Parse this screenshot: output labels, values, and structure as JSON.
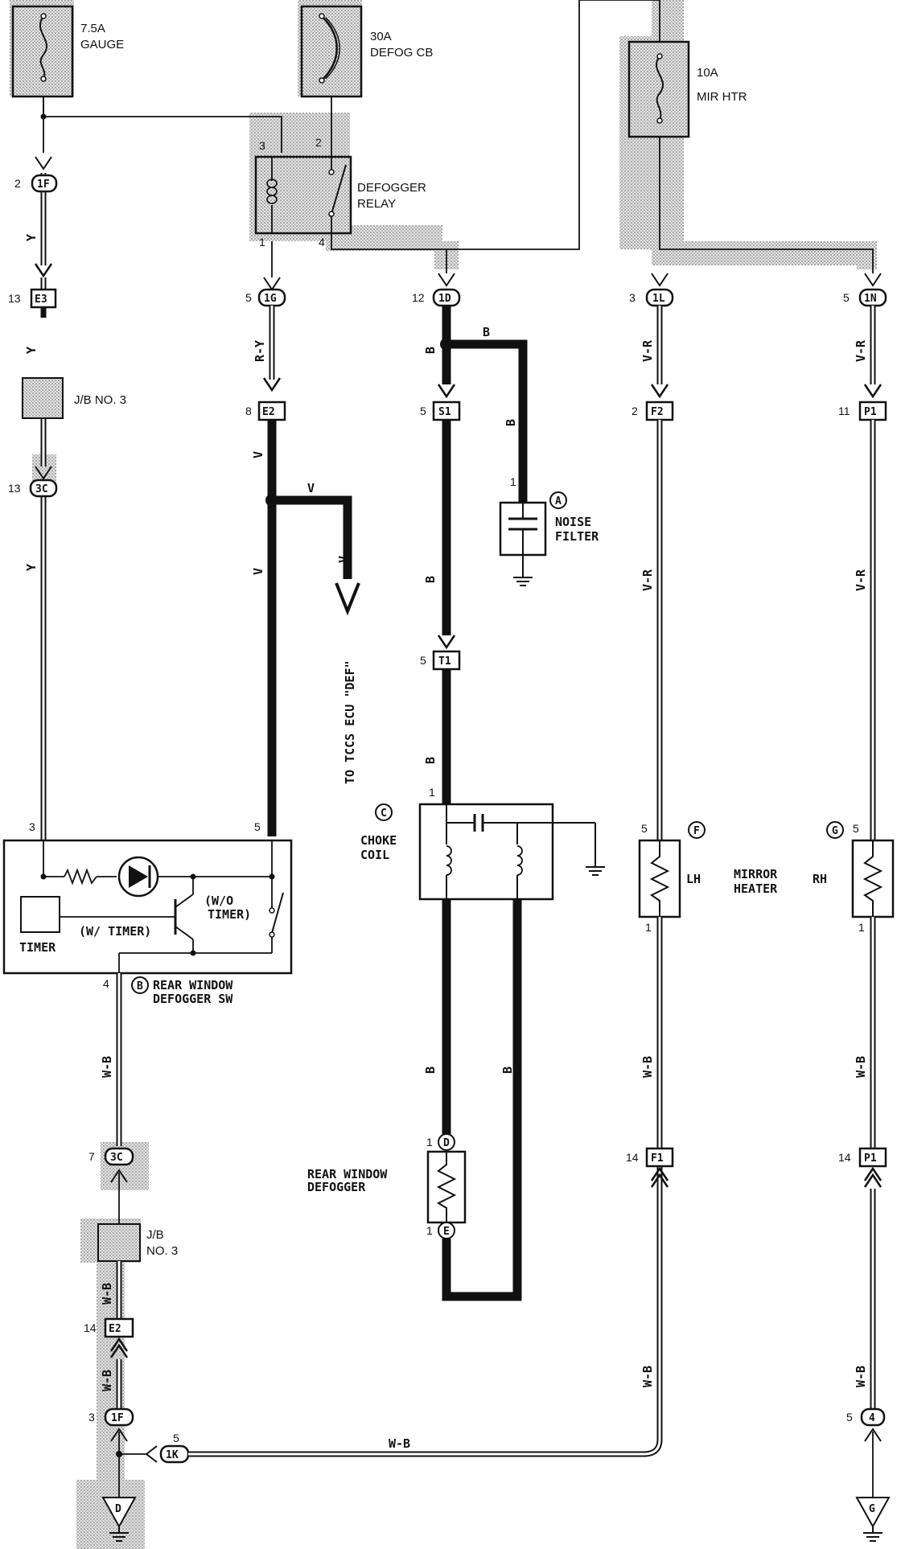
{
  "fuses": {
    "gauge": {
      "amp": "7.5A",
      "name": "GAUGE"
    },
    "defog": {
      "amp": "30A",
      "name": "DEFOG CB"
    },
    "mir_htr": {
      "amp": "10A",
      "name": "MIR HTR"
    }
  },
  "relay": {
    "line1": "DEFOGGER",
    "line2": "RELAY",
    "pins": [
      "3",
      "2",
      "1",
      "4"
    ]
  },
  "connectors": {
    "c1F_top": {
      "id": "1F",
      "pin": "2"
    },
    "cE3": {
      "id": "E3",
      "pin": "13"
    },
    "c3C_top": {
      "id": "3C",
      "pin": "13"
    },
    "c1G": {
      "id": "1G",
      "pin": "5"
    },
    "cE2_top": {
      "id": "E2",
      "pin": "8"
    },
    "c1D": {
      "id": "1D",
      "pin": "12"
    },
    "cS1": {
      "id": "S1",
      "pin": "5"
    },
    "cT1": {
      "id": "T1",
      "pin": "5"
    },
    "c1L": {
      "id": "1L",
      "pin": "3"
    },
    "cF2": {
      "id": "F2",
      "pin": "2"
    },
    "c1N": {
      "id": "1N",
      "pin": "5"
    },
    "cP1_top": {
      "id": "P1",
      "pin": "11"
    },
    "c3C_bot": {
      "id": "3C",
      "pin": "7"
    },
    "cE2_bot": {
      "id": "E2",
      "pin": "14"
    },
    "c1F_bot": {
      "id": "1F",
      "pin": "3"
    },
    "c1K": {
      "id": "1K",
      "pin": "5"
    },
    "cF1": {
      "id": "F1",
      "pin": "14"
    },
    "cP1_bot": {
      "id": "P1",
      "pin": "14"
    },
    "c4": {
      "id": "4",
      "pin": "5"
    }
  },
  "wires": {
    "y": "Y",
    "ry": "R-Y",
    "v": "V",
    "b": "B",
    "vr": "V-R",
    "wb": "W-B"
  },
  "components": {
    "jb_top": "J/B NO. 3",
    "jb_bot_1": "J/B",
    "jb_bot_2": "NO. 3",
    "tccs": "TO TCCS ECU \"DEF\"",
    "noise_letter": "A",
    "noise_1": "NOISE",
    "noise_2": "FILTER",
    "choke_letter": "C",
    "choke_1": "CHOKE",
    "choke_2": "COIL",
    "sw_letter": "B",
    "sw_1": "REAR WINDOW",
    "sw_2": "DEFOGGER SW",
    "timer": "TIMER",
    "w_timer": "(W/ TIMER)",
    "wo_timer_1": "(W/O",
    "wo_timer_2": "TIMER)",
    "sw_pins": [
      "3",
      "5",
      "4"
    ],
    "mirror_1": "MIRROR",
    "mirror_2": "HEATER",
    "lh_letter": "F",
    "lh": "LH",
    "rh_letter": "G",
    "rh": "RH",
    "mirror_pins": [
      "5",
      "1",
      "5",
      "1"
    ],
    "defogger_1": "REAR WINDOW",
    "defogger_2": "DEFOGGER",
    "d_letter": "D",
    "e_letter": "E",
    "d_pin": "1",
    "e_pin": "1",
    "choke_pin": "1",
    "noise_pin": "1",
    "ground_d": "D",
    "ground_g": "G"
  }
}
